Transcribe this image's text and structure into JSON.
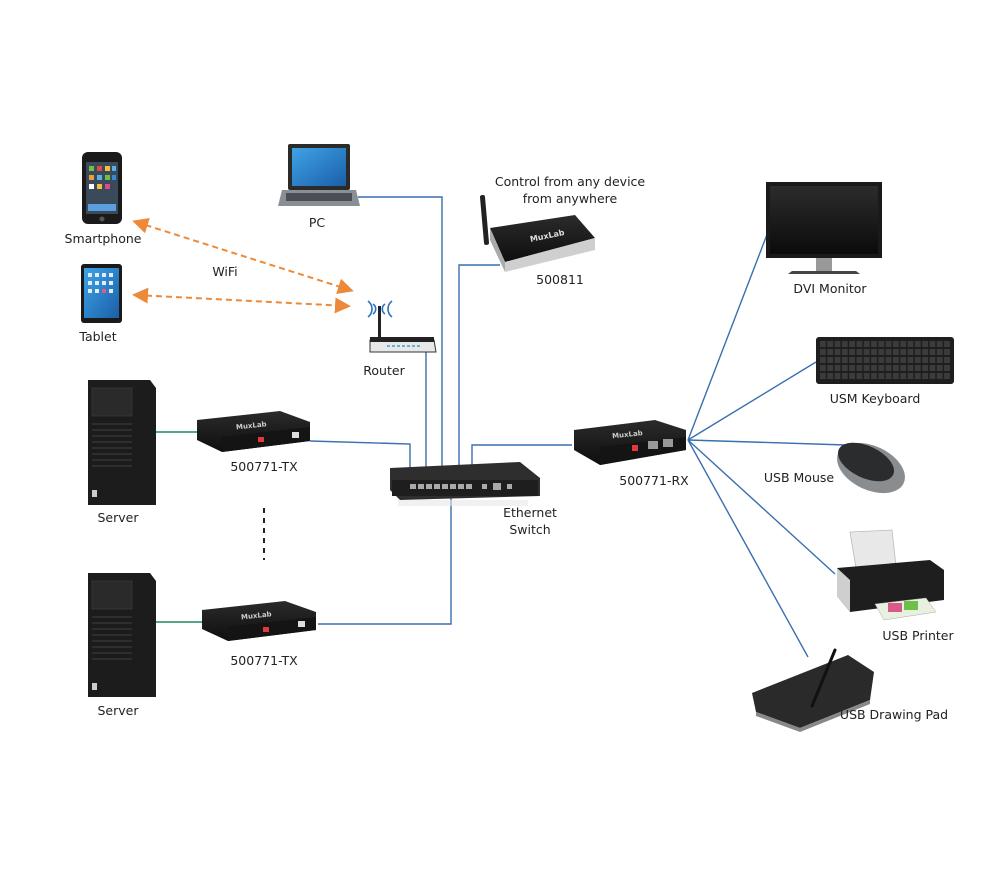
{
  "diagram": {
    "type": "network-topology",
    "colors": {
      "ethernet_line": "#3a6fb0",
      "wifi_link": "#ec8a3a",
      "server_link": "#1f8a5a",
      "usb_line": "#3a6fb0",
      "device_dark": "#1b1b1b"
    },
    "nodes": {
      "smartphone": {
        "label": "Smartphone",
        "icon": "smartphone-icon"
      },
      "tablet": {
        "label": "Tablet",
        "icon": "tablet-icon"
      },
      "wifi": {
        "label": "WiFi"
      },
      "pc": {
        "label": "PC",
        "icon": "laptop-icon"
      },
      "controller": {
        "label": "500811",
        "caption_line1": "Control from any device",
        "caption_line2": "from anywhere",
        "brand": "MuxLab",
        "icon": "network-controller-icon"
      },
      "router": {
        "label": "Router",
        "icon": "router-icon"
      },
      "server1": {
        "label": "Server",
        "icon": "server-tower-icon"
      },
      "tx1": {
        "label": "500771-TX",
        "brand": "MuxLab",
        "icon": "transmitter-icon"
      },
      "server2": {
        "label": "Server",
        "icon": "server-tower-icon"
      },
      "tx2": {
        "label": "500771-TX",
        "brand": "MuxLab",
        "icon": "transmitter-icon"
      },
      "switch": {
        "label_line1": "Ethernet",
        "label_line2": "Switch",
        "icon": "ethernet-switch-icon"
      },
      "rx": {
        "label": "500771-RX",
        "brand": "MuxLab",
        "icon": "receiver-icon"
      },
      "monitor": {
        "label": "DVI Monitor",
        "icon": "monitor-icon"
      },
      "keyboard": {
        "label": "USM Keyboard",
        "icon": "keyboard-icon"
      },
      "mouse": {
        "label": "USB Mouse",
        "icon": "mouse-icon"
      },
      "printer": {
        "label": "USB Printer",
        "icon": "printer-icon"
      },
      "drawing_pad": {
        "label": "USB Drawing Pad",
        "icon": "drawing-pad-icon"
      }
    },
    "links": [
      {
        "from": "smartphone",
        "to": "router",
        "kind": "wifi"
      },
      {
        "from": "tablet",
        "to": "router",
        "kind": "wifi"
      },
      {
        "from": "pc",
        "to": "switch",
        "kind": "ethernet"
      },
      {
        "from": "controller",
        "to": "switch",
        "kind": "ethernet"
      },
      {
        "from": "router",
        "to": "switch",
        "kind": "ethernet"
      },
      {
        "from": "tx1",
        "to": "switch",
        "kind": "ethernet"
      },
      {
        "from": "tx2",
        "to": "switch",
        "kind": "ethernet"
      },
      {
        "from": "rx",
        "to": "switch",
        "kind": "ethernet"
      },
      {
        "from": "server1",
        "to": "tx1",
        "kind": "server"
      },
      {
        "from": "server2",
        "to": "tx2",
        "kind": "server"
      },
      {
        "from": "rx",
        "to": "monitor",
        "kind": "usb"
      },
      {
        "from": "rx",
        "to": "keyboard",
        "kind": "usb"
      },
      {
        "from": "rx",
        "to": "mouse",
        "kind": "usb"
      },
      {
        "from": "rx",
        "to": "printer",
        "kind": "usb"
      },
      {
        "from": "rx",
        "to": "drawing_pad",
        "kind": "usb"
      }
    ]
  }
}
